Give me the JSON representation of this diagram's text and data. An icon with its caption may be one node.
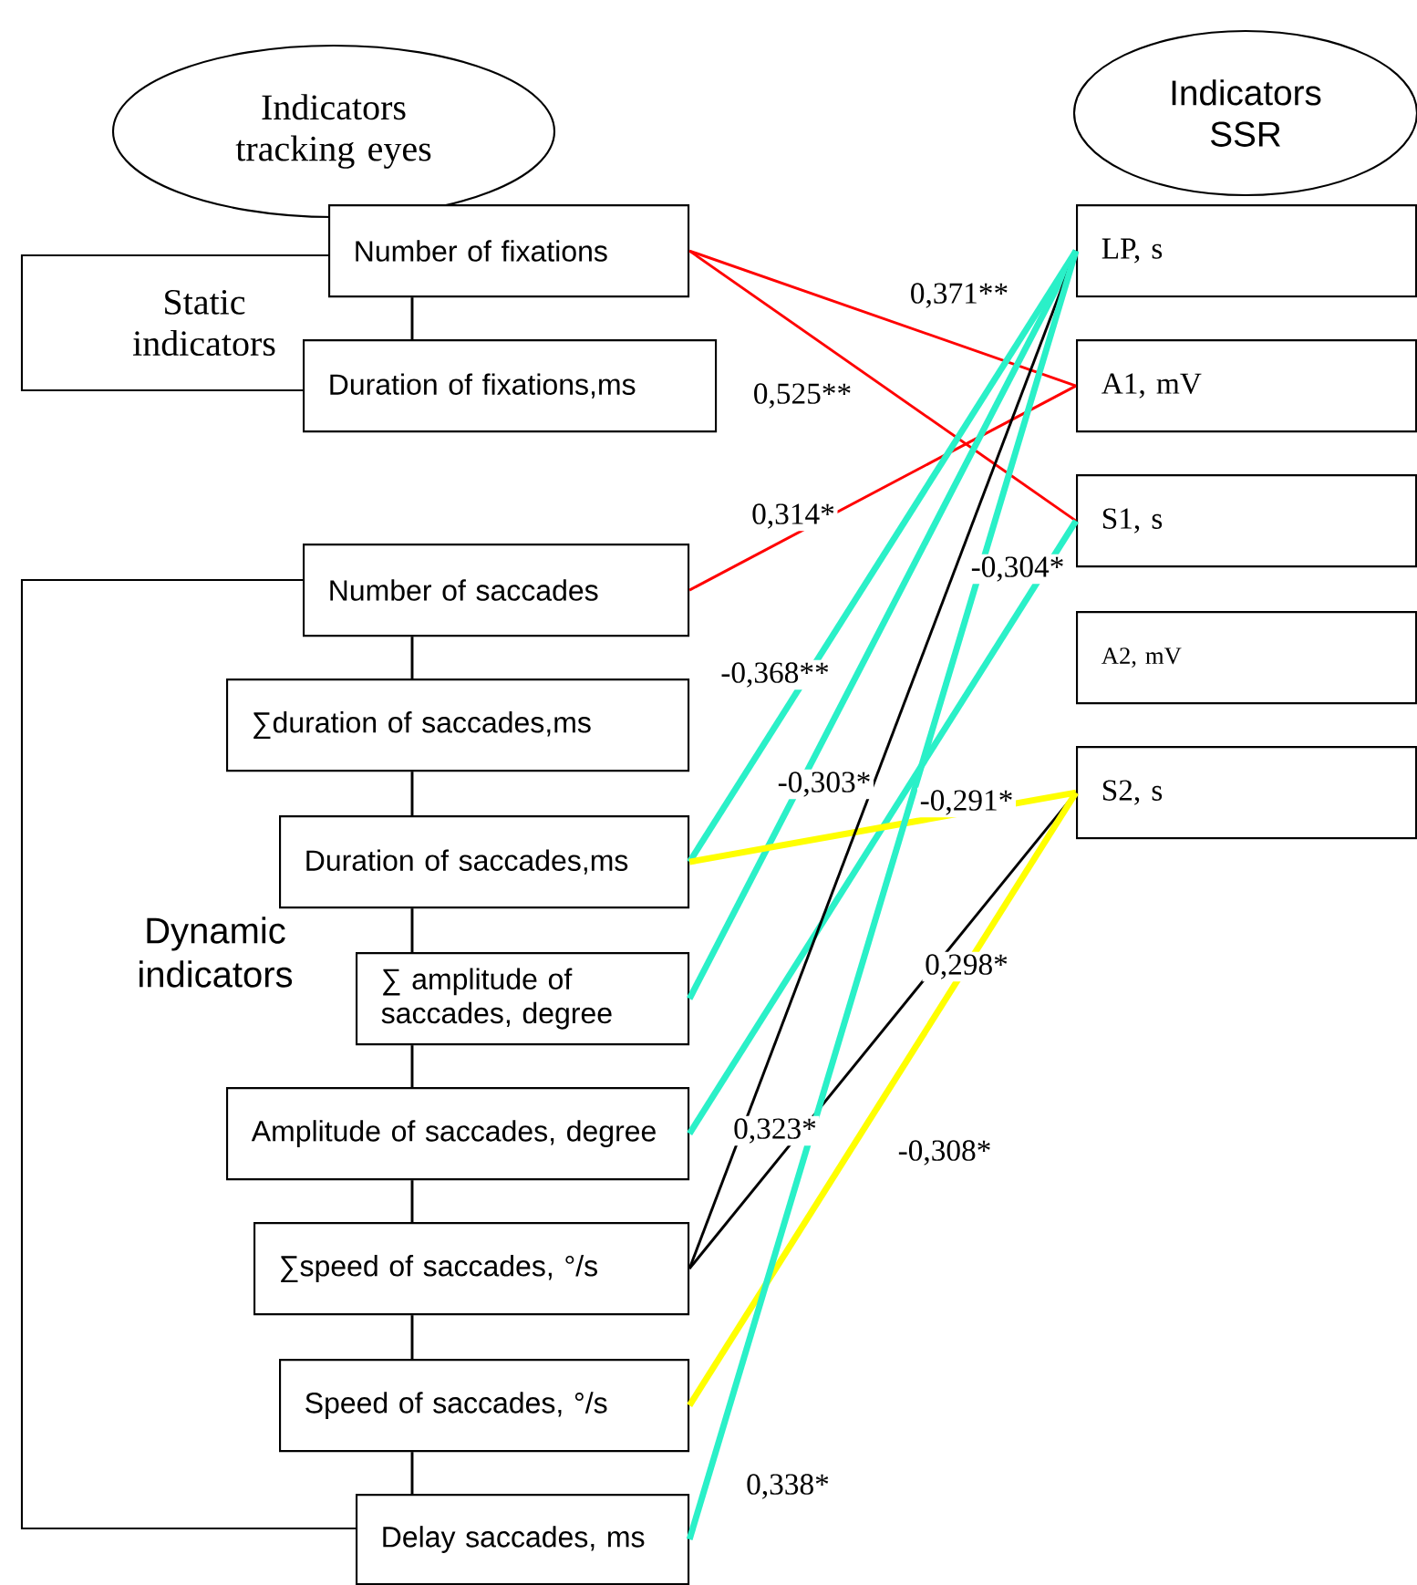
{
  "diagram": {
    "nodes": [
      {
        "text": [
          "Indicators tracking eyes"
        ]
      },
      {
        "text": [
          "Static indicators"
        ]
      },
      {
        "text": [
          "Number of fixations"
        ]
      },
      {
        "text": [
          "Duration of fixations,ms"
        ]
      },
      {
        "text": [
          "Dynamic indicators"
        ]
      },
      {
        "text": [
          "Number of saccades"
        ]
      },
      {
        "text": [
          "∑duration of saccades,ms"
        ]
      },
      {
        "text": [
          "Duration of saccades,ms"
        ]
      },
      {
        "text": [
          "∑ amplitude of saccades, degree"
        ]
      },
      {
        "text": [
          "Amplitude of saccades, degree"
        ]
      },
      {
        "text": [
          "∑speed of saccades, °/s"
        ]
      },
      {
        "text": [
          "Speed of saccades, °/s"
        ]
      },
      {
        "text": [
          "Delay saccades, ms"
        ]
      },
      {
        "text": [
          "Indicators SSR"
        ]
      },
      {
        "text": [
          "LP, s"
        ]
      },
      {
        "text": [
          "A1, mV"
        ]
      },
      {
        "text": [
          "S1, s"
        ]
      },
      {
        "text": [
          "A2, mV"
        ]
      },
      {
        "text": [
          "S2, s"
        ]
      }
    ],
    "edges": [
      {
        "from": 2,
        "to": 3,
        "arrow": "none"
      },
      {
        "from": 5,
        "to": 6,
        "arrow": "none"
      },
      {
        "from": 6,
        "to": 7,
        "arrow": "none"
      },
      {
        "from": 7,
        "to": 8,
        "arrow": "none"
      },
      {
        "from": 8,
        "to": 9,
        "arrow": "none"
      },
      {
        "from": 9,
        "to": 10,
        "arrow": "none"
      },
      {
        "from": 10,
        "to": 11,
        "arrow": "none"
      },
      {
        "from": 11,
        "to": 12,
        "arrow": "none"
      },
      {
        "from": 2,
        "to": 15,
        "arrow": "none",
        "label": "0,371**",
        "color": "#ff0000"
      },
      {
        "from": 2,
        "to": 16,
        "arrow": "none",
        "label": "0,525**",
        "color": "#ff0000"
      },
      {
        "from": 5,
        "to": 15,
        "arrow": "none",
        "label": "0,314*",
        "color": "#ff0000"
      },
      {
        "from": 7,
        "to": 14,
        "arrow": "none",
        "label": "-0,368**",
        "style": "thick",
        "color": "#2af0c8"
      },
      {
        "from": 8,
        "to": 14,
        "arrow": "none",
        "label": "-0,303*",
        "style": "thick",
        "color": "#2af0c8"
      },
      {
        "from": 9,
        "to": 16,
        "arrow": "none",
        "label": "-0,304*",
        "style": "thick",
        "color": "#2af0c8"
      },
      {
        "from": 7,
        "to": 18,
        "arrow": "none",
        "label": "-0,291*",
        "style": "thick",
        "color": "#ffff00"
      },
      {
        "from": 10,
        "to": 18,
        "arrow": "none",
        "label": "0,298*"
      },
      {
        "from": 10,
        "to": 14,
        "arrow": "none",
        "label": "0,323*"
      },
      {
        "from": 11,
        "to": 18,
        "arrow": "none",
        "label": "-0,308*",
        "style": "thick",
        "color": "#ffff00"
      },
      {
        "from": 12,
        "to": 14,
        "arrow": "none",
        "label": "0,338*",
        "style": "thick",
        "color": "#2af0c8"
      }
    ]
  }
}
